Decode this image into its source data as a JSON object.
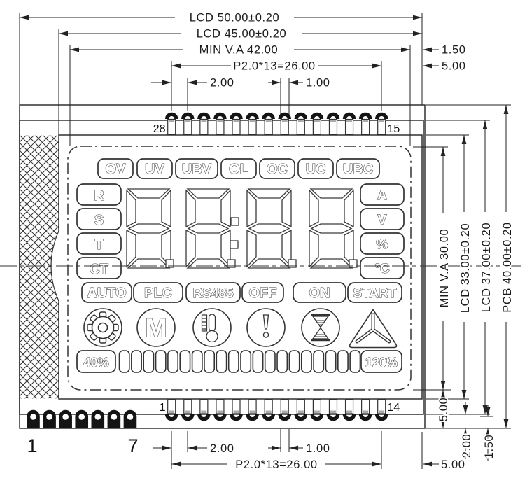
{
  "dims": {
    "top": {
      "lcd50": "LCD 50.00±0.20",
      "lcd45": "LCD 45.00±0.20",
      "va42": "MIN V.A 42.00",
      "pitch": "P2.0*13=26.00",
      "two": "2.00",
      "one": "1.00",
      "gap150": "1.50",
      "gap500": "5.00"
    },
    "right": {
      "va30": "MIN V.A 30.00",
      "lcd33": "LCD 33.00±0.20",
      "lcd37": "LCD 37.00±0.20",
      "pcb40": "PCB 40.00±0.20",
      "five": "5.00",
      "two": "2.00",
      "one50": "1.50"
    },
    "bottom": {
      "two": "2.00",
      "one": "1.00",
      "pitch": "P2.0*13=26.00",
      "five": "5.00"
    }
  },
  "pins": {
    "per_row": 14,
    "top_first": "28",
    "top_last": "15",
    "bottom_first": "1",
    "bottom_last": "14",
    "tabs": 7,
    "tab_first": "1",
    "tab_last": "7"
  },
  "lcd": {
    "status_row": [
      "OV",
      "UV",
      "UBV",
      "OL",
      "OC",
      "UC",
      "UBC"
    ],
    "phase_col": [
      "R",
      "S",
      "T",
      "CT"
    ],
    "unit_col": [
      "A",
      "V",
      "%",
      "°C"
    ],
    "mode_row": [
      "AUTO",
      "PLC",
      "RS485",
      "OFF",
      "ON",
      "START"
    ],
    "motor_letter": "M",
    "bar": {
      "min_label": "40%",
      "max_label": "120%",
      "segments": 20
    }
  },
  "colors": {
    "line": "#222222",
    "pad": "#141414",
    "neck": "#ababab",
    "white": "#ffffff"
  }
}
